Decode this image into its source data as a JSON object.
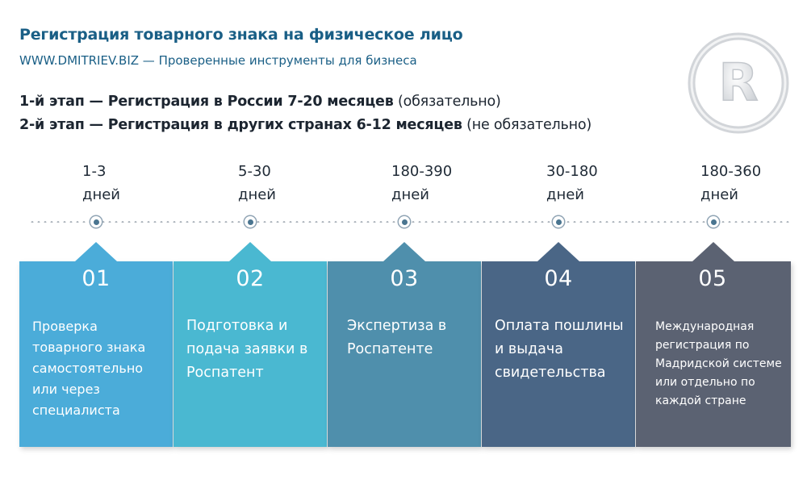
{
  "header": {
    "title": "Регистрация товарного знака на физическое лицо",
    "subtitle": "WWW.DMITRIEV.BIZ — Проверенные инструменты для бизнеса"
  },
  "stages": [
    {
      "bold": "1-й этап — Регистрация в России 7-20 месяцев",
      "note": " (обязательно)"
    },
    {
      "bold": "2-й этап — Регистрация в других странах 6-12 месяцев",
      "note": " (не обязательно)"
    }
  ],
  "logo": {
    "icon": "registered-trademark-icon",
    "glyph": "R"
  },
  "steps": [
    {
      "range": "1-3",
      "unit": "дней",
      "num": "01",
      "text": "Проверка товарного знака самостоятельно или через специалиста"
    },
    {
      "range": "5-30",
      "unit": "дней",
      "num": "02",
      "text": "Подготовка и подача заявки в Роспатент"
    },
    {
      "range": "180-390",
      "unit": "дней",
      "num": "03",
      "text": "Экспертиза в Роспатенте"
    },
    {
      "range": "30-180",
      "unit": "дней",
      "num": "04",
      "text": "Оплата пошлины и выдача свидетельства"
    },
    {
      "range": "180-360",
      "unit": "дней",
      "num": "05",
      "text": "Международная регистрация по Мадридской системе или отдельно по каждой стране"
    }
  ],
  "colors": {
    "title": "#1a5f86",
    "card1": "#4bacd9",
    "card2": "#4ab8d1",
    "card3": "#4f8fac",
    "card4": "#4a6686",
    "card5": "#5b6272"
  }
}
